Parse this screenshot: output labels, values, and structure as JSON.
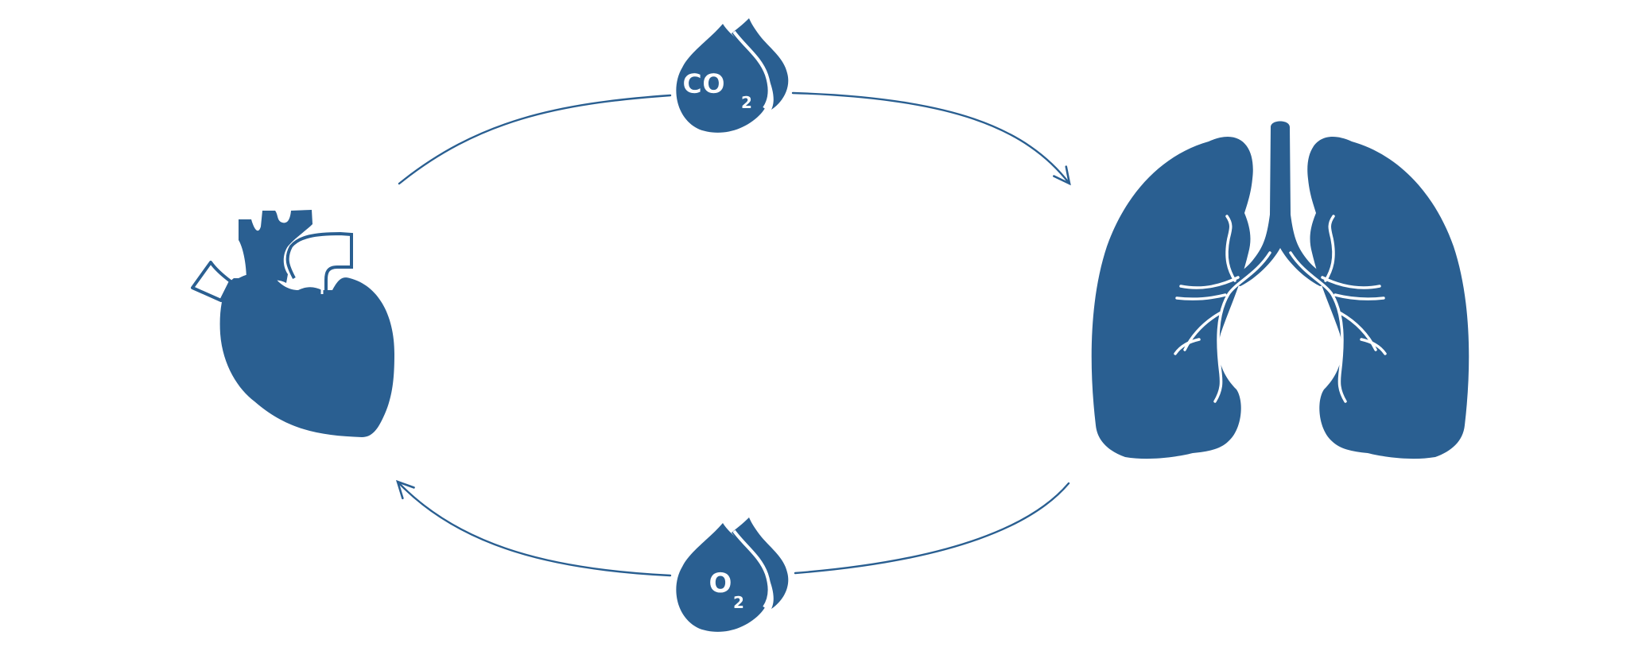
{
  "colors": {
    "primary": "#2a5f91",
    "background": "#ffffff",
    "label": "#ffffff"
  },
  "nodes": {
    "heart": {
      "icon": "heart-icon"
    },
    "lungs": {
      "icon": "lungs-icon"
    },
    "co2_drop": {
      "icon": "droplet-icon",
      "formula": "CO",
      "subscript": "2"
    },
    "o2_drop": {
      "icon": "droplet-icon",
      "formula": "O",
      "subscript": "2"
    }
  },
  "edges": [
    {
      "from": "heart",
      "to": "lungs",
      "via": "co2_drop"
    },
    {
      "from": "lungs",
      "to": "heart",
      "via": "o2_drop"
    }
  ]
}
